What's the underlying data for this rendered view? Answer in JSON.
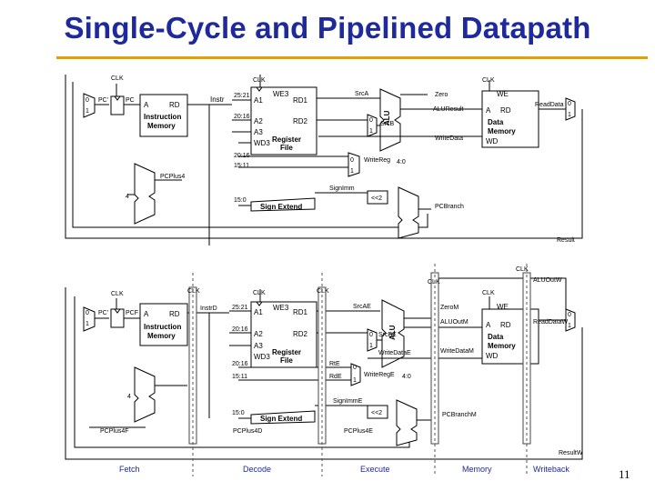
{
  "title": "Single-Cycle and Pipelined Datapath",
  "page_number": "11",
  "colors": {
    "title": "#1e2a9c",
    "rule": "#e0a400",
    "stage_label": "#1e2a9c",
    "pipe_reg": "#444444"
  },
  "single_cycle": {
    "clk": "CLK",
    "pc": "PC'",
    "pc2": "PC",
    "instr_mem": {
      "a": "A",
      "rd": "RD",
      "name1": "Instruction",
      "name2": "Memory"
    },
    "instr": "Instr",
    "bits": {
      "b2521": "25:21",
      "b2016": "20:16",
      "b2016b": "20:16",
      "b1511": "15:11",
      "b150": "15:0"
    },
    "regfile": {
      "we3": "WE3",
      "a1": "A1",
      "a2": "A2",
      "a3": "A3",
      "wd3": "WD3",
      "rd1": "RD1",
      "rd2": "RD2",
      "name1": "Register",
      "name2": "File"
    },
    "srca": "SrcA",
    "srcb": "SrcB",
    "alu": "ALU",
    "zero": "Zero",
    "aluresult": "ALUResult",
    "writedata": "WriteData",
    "writereg": "WriteReg",
    "writereg_sub": "4:0",
    "datamem": {
      "we": "WE",
      "a": "A",
      "rd": "RD",
      "wd": "WD",
      "name1": "Data",
      "name2": "Memory"
    },
    "readdata": "ReadData",
    "pcplus4": "PCPlus4",
    "four": "4",
    "signext": "Sign Extend",
    "signimm": "SignImm",
    "shift": "<<2",
    "pcbranch": "PCBranch",
    "result": "Result",
    "mux0": "0",
    "mux1": "1"
  },
  "pipelined": {
    "clk": "CLK",
    "pc": "PC'",
    "pcf": "PCF",
    "instr_mem": {
      "a": "A",
      "rd": "RD",
      "name1": "Instruction",
      "name2": "Memory"
    },
    "instrd": "InstrD",
    "bits": {
      "b2521": "25:21",
      "b2016": "20:16",
      "b2016b": "20:16",
      "b1511": "15:11",
      "b150": "15:0"
    },
    "regfile": {
      "we3": "WE3",
      "a1": "A1",
      "a2": "A2",
      "a3": "A3",
      "wd3": "WD3",
      "rd1": "RD1",
      "rd2": "RD2",
      "name1": "Register",
      "name2": "File"
    },
    "srcae": "SrcAE",
    "srcbe": "SrcBE",
    "alu": "ALU",
    "zerom": "ZeroM",
    "aluoutm": "ALUOutM",
    "aluoutw": "ALUOutW",
    "writedatae": "WriteDataE",
    "writedatam": "WriteDataM",
    "rte": "RtE",
    "rde": "RdE",
    "writerege": "WriteRegE",
    "writerege_sub": "4:0",
    "datamem": {
      "we": "WE",
      "a": "A",
      "rd": "RD",
      "wd": "WD",
      "name1": "Data",
      "name2": "Memory"
    },
    "readdataw": "ReadDataW",
    "pcplus4f": "PCPlus4F",
    "pcplus4d": "PCPlus4D",
    "pcplus4e": "PCPlus4E",
    "four": "4",
    "signext": "Sign Extend",
    "signimme": "SignImmE",
    "shift": "<<2",
    "pcbranchm": "PCBranchM",
    "resultw": "ResultW",
    "mux0": "0",
    "mux1": "1"
  },
  "stages": {
    "fetch": "Fetch",
    "decode": "Decode",
    "execute": "Execute",
    "memory": "Memory",
    "writeback": "Writeback"
  }
}
